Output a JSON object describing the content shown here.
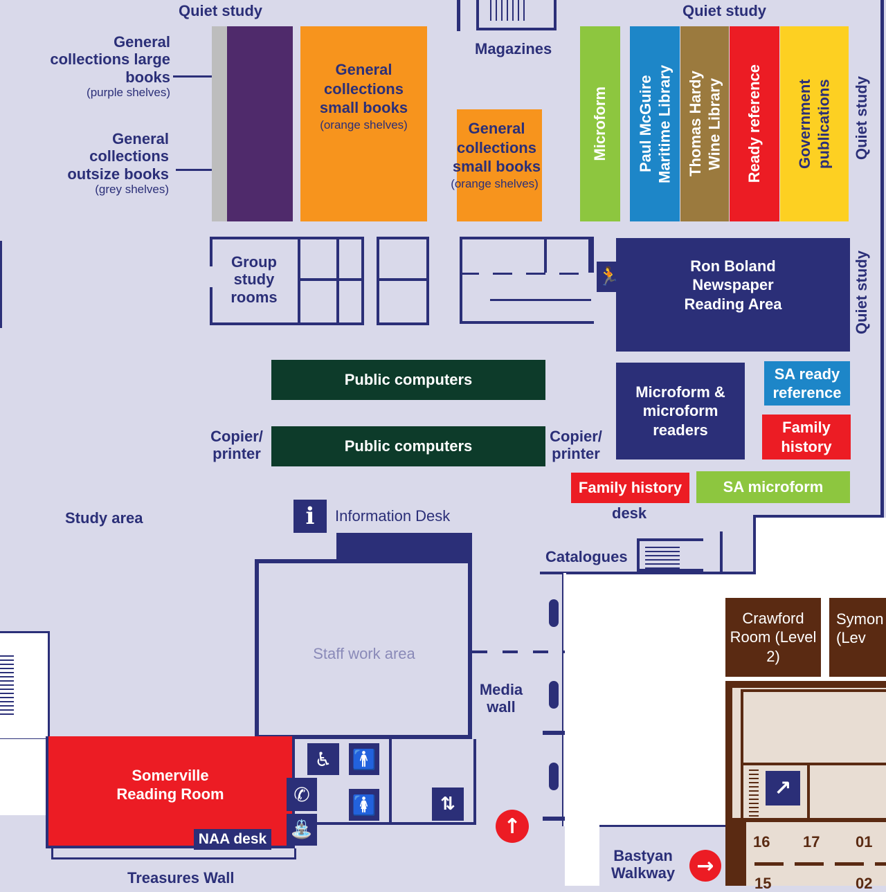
{
  "colors": {
    "background": "#d9d9ea",
    "navy": "#2b2f78",
    "purple": "#4f2a6b",
    "orange": "#f7941d",
    "green_public": "#0d3b2a",
    "microform_green": "#8dc63f",
    "blue": "#1d86c8",
    "brown": "#9b7a3e",
    "red": "#ec1c24",
    "yellow": "#fdd022",
    "heritage_brown": "#5a2a12",
    "heritage_floor": "#e8ddd3"
  },
  "labels": {
    "quiet_study_top_left": "Quiet study",
    "quiet_study_top_right": "Quiet study",
    "quiet_study_right_1": "Quiet study",
    "quiet_study_right_2": "Quiet study",
    "general_large_title": "General collections large books",
    "general_large_sub": "(purple shelves)",
    "general_outsize_title": "General collections outsize books",
    "general_outsize_sub": "(grey shelves)",
    "general_small_title_1": "General collections small books",
    "general_small_sub_1": "(orange shelves)",
    "general_small_title_2": "General collections small books",
    "general_small_sub_2": "(orange shelves)",
    "magazines": "Magazines",
    "microform": "Microform",
    "paul_mcguire": "Paul McGuire Maritime Library",
    "thomas_hardy": "Thomas Hardy Wine Library",
    "ready_reference": "Ready reference",
    "government_publications": "Government publications",
    "group_study_rooms": "Group study rooms",
    "ron_boland": "Ron Boland Newspaper Reading Area",
    "public_computers_1": "Public computers",
    "public_computers_2": "Public computers",
    "microform_readers": "Microform & microform readers",
    "sa_ready_reference": "SA ready reference",
    "family_history": "Family history",
    "copier_printer_left": "Copier/ printer",
    "copier_printer_right": "Copier/ printer",
    "family_history_desk_box": "Family history",
    "family_history_desk_word": "desk",
    "sa_microform": "SA microform",
    "study_area": "Study area",
    "information_desk": "Information Desk",
    "catalogues": "Catalogues",
    "staff_work_area": "Staff work area",
    "media_wall": "Media wall",
    "somerville": "Somerville Reading Room",
    "naa_desk": "NAA desk",
    "treasures_wall": "Treasures Wall",
    "bastyan": "Bastyan Walkway",
    "crawford": "Crawford Room (Level 2)",
    "symon": "Symon (Lev",
    "room_16": "16",
    "room_17": "17",
    "room_01": "01",
    "room_15": "15",
    "room_02": "02"
  },
  "icons": {
    "info": "info-icon",
    "exit": "emergency-exit-icon",
    "accessible": "accessible-toilet-icon",
    "toilet": "toilet-icon",
    "phone": "phone-icon",
    "drinking_fountain": "drinking-fountain-icon",
    "lift": "lift-icon",
    "stairs": "stairs-icon",
    "you_are_here": "up-arrow-icon",
    "right_arrow": "right-arrow-icon"
  }
}
